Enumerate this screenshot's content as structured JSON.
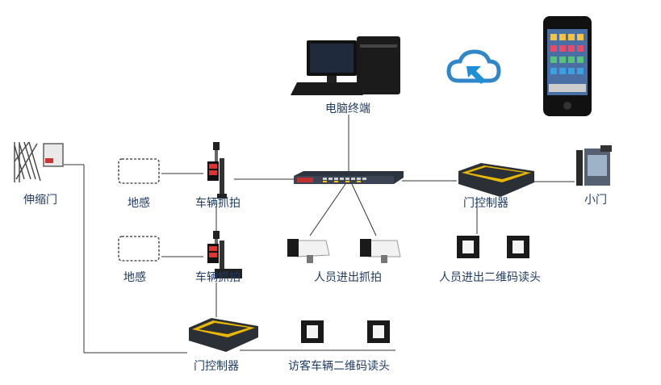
{
  "labels": {
    "computer": "电脑终端",
    "retract_gate": "伸缩门",
    "loop1": "地感",
    "loop2": "地感",
    "capture1": "车辆抓拍",
    "capture2": "车辆抓拍",
    "door_ctrl_top": "门控制器",
    "small_gate": "小门",
    "person_capture": "人员进出抓拍",
    "person_qr": "人员进出二维码读头",
    "door_ctrl_bottom": "门控制器",
    "visitor_qr": "访客车辆二维码读头"
  },
  "colors": {
    "label": "#1f3b66",
    "line": "#333333",
    "cloud": "#2f86c9",
    "arrow": "#1e90d6",
    "controller": "#2b2f36",
    "controller_stripe": "#e8b800",
    "switch": "#2c3440",
    "camera": "#f2f2f2"
  },
  "icons": {
    "computer": "desktop-computer-icon",
    "cloud": "cloud-upload-icon",
    "phone": "smartphone-icon",
    "switch": "network-switch-icon"
  }
}
